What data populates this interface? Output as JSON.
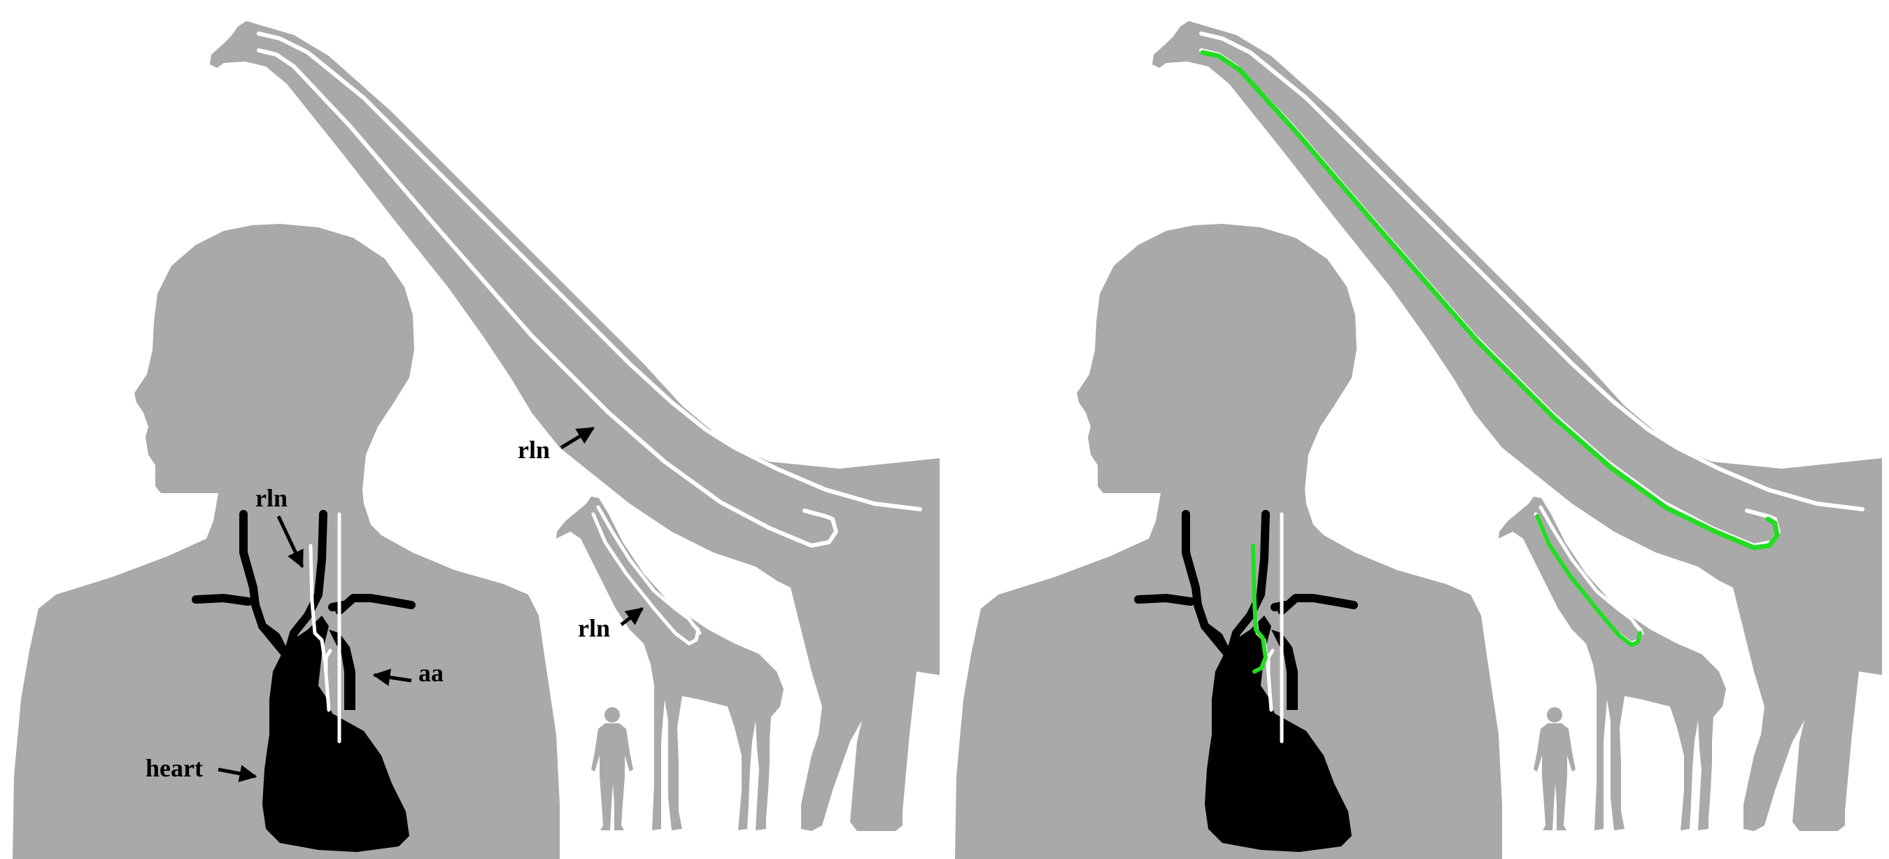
{
  "labels": {
    "rln": "rln",
    "aa": "aa",
    "heart": "heart"
  },
  "colors": {
    "silhouette": "#a9a9a9",
    "nerve": "#ffffff",
    "highlight": "#22dd22",
    "organ": "#000000"
  },
  "panels": [
    {
      "name": "left-panel",
      "highlighted": false
    },
    {
      "name": "right-panel",
      "highlighted": true
    }
  ]
}
